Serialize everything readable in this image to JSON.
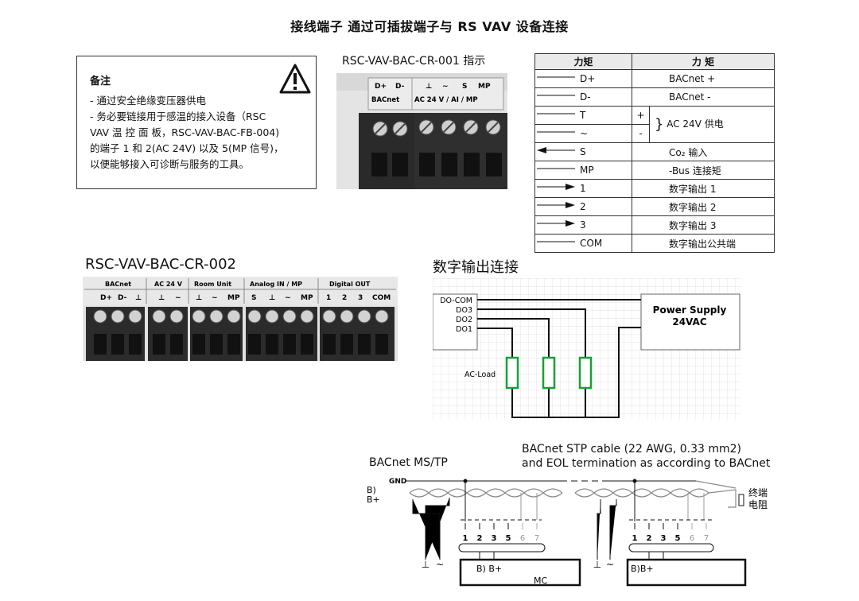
{
  "title": "接线端子 通过可插拔端子与 RS VAV 设备连接",
  "note": {
    "heading": "备注",
    "lines": [
      "- 通过安全绝缘变压器供电",
      "- 务必要链接用于感温的接入设备（RSC",
      "VAV 温 控 面 板，RSC-VAV-BAC-FB-004)",
      "的端子 1 和 2(AC 24V) 以及 5(MP 信号)，",
      "以便能够接入可诊断与服务的工具。"
    ]
  },
  "cr001": {
    "label": "RSC-VAV-BAC-CR-001 指示",
    "top_labels": [
      "D+",
      "D-",
      "⊥",
      "~",
      "S",
      "MP"
    ],
    "group_labels": [
      "BACnet",
      "AC 24 V / AI / MP"
    ]
  },
  "terminal_table": {
    "headers": [
      "力矩",
      "力 矩"
    ],
    "rows": [
      {
        "arrow": "none",
        "term": "D+",
        "desc": "BACnet +"
      },
      {
        "arrow": "none",
        "term": "D-",
        "desc": "BACnet -"
      },
      {
        "arrow": "none",
        "term": "T",
        "sign": "+"
      },
      {
        "arrow": "none",
        "term": "~",
        "sign": "-"
      },
      {
        "arrow": "in",
        "term": "S",
        "desc": "Co₂ 输入"
      },
      {
        "arrow": "none",
        "term": "MP",
        "desc": "-Bus 连接矩"
      },
      {
        "arrow": "out",
        "term": "1",
        "desc": "数字输出 1"
      },
      {
        "arrow": "out",
        "term": "2",
        "desc": "数字输出 2"
      },
      {
        "arrow": "out",
        "term": "3",
        "desc": "数字输出 3"
      },
      {
        "arrow": "none",
        "term": "COM",
        "desc": "数字输出公共端"
      }
    ],
    "ac_label": "AC 24V 供电"
  },
  "cr002": {
    "label": "RSC-VAV-BAC-CR-002",
    "groups": [
      {
        "name": "BACnet",
        "terms": [
          "D+",
          "D-",
          "⊥"
        ]
      },
      {
        "name": "AC 24 V",
        "terms": [
          "⊥",
          "~"
        ]
      },
      {
        "name": "Room Unit",
        "terms": [
          "⊥",
          "~",
          "MP"
        ]
      },
      {
        "name": "Analog IN / MP",
        "terms": [
          "S",
          "⊥",
          "~",
          "MP"
        ]
      },
      {
        "name": "Digital OUT",
        "terms": [
          "1",
          "2",
          "3",
          "COM"
        ]
      }
    ]
  },
  "do_diagram": {
    "title": "数字输出连接",
    "labels": [
      "DO-COM",
      "DO3",
      "DO2",
      "DO1"
    ],
    "power_supply": [
      "Power Supply",
      "24VAC"
    ],
    "load_label": "AC-Load"
  },
  "bacnet": {
    "left_label": "BACnet MS/TP",
    "cable_lines": [
      "BACnet STP cable (22 AWG, 0.33 mm2)",
      "and EOL termination as according to BACnet"
    ],
    "gnd": "GND",
    "b_minus": "B)",
    "b_plus": "B+",
    "term_resistor": [
      "终端",
      "电阻"
    ],
    "terminal_numbers": [
      "1",
      "2",
      "3",
      "5",
      "6",
      "7"
    ],
    "ground_symbol": "⊥",
    "tilde": "~",
    "box1_text": "B) B+",
    "box1_sub": "MC",
    "box2_text": "B)B+"
  }
}
